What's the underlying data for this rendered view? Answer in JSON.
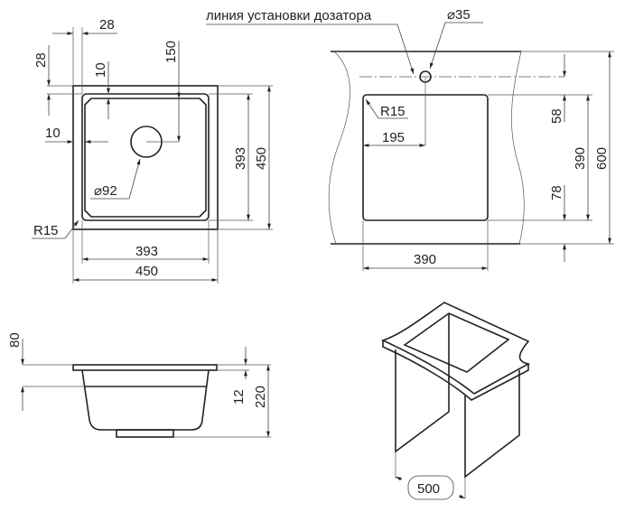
{
  "top_view": {
    "dim_flange_width": "28",
    "dim_flange_height": "28",
    "dim_rim_top": "10",
    "dim_drain_offset": "150",
    "dim_rim_side": "10",
    "drain_diameter": "⌀92",
    "corner_radius": "R15",
    "inner_height": "393",
    "outer_height": "450",
    "inner_width": "393",
    "outer_width": "450"
  },
  "cutout_view": {
    "dispenser_line_label": "линия установки дозатора",
    "dispenser_hole": "⌀35",
    "corner_radius": "R15",
    "dim_hole_offset": "195",
    "dim_top_margin": "58",
    "dim_bottom_margin": "78",
    "cutout_height": "390",
    "countertop_depth": "600",
    "cutout_width": "390"
  },
  "side_view": {
    "dim_band": "80",
    "dim_flange": "12",
    "depth": "220"
  },
  "cabinet_view": {
    "min_cabinet_width": "500"
  }
}
